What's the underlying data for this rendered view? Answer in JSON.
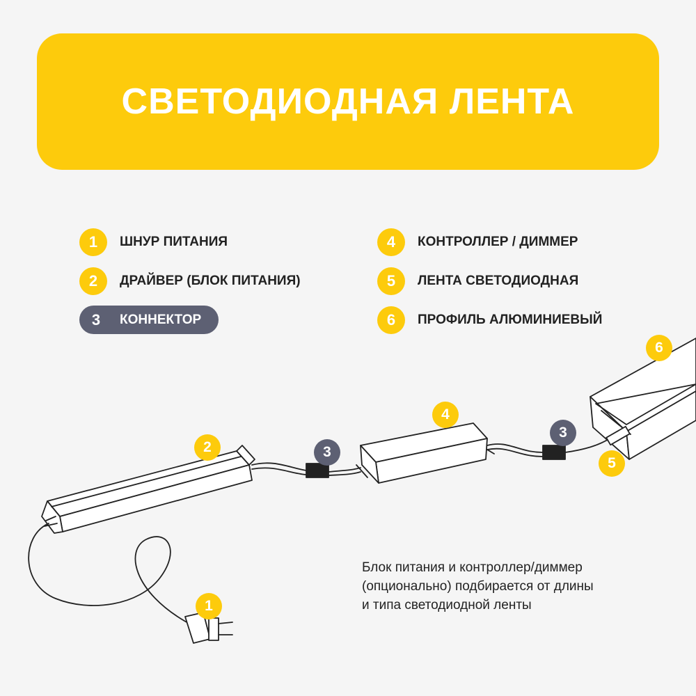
{
  "title": "СВЕТОДИОДНАЯ ЛЕНТА",
  "legend": [
    {
      "num": "1",
      "label": "ШНУР ПИТАНИЯ"
    },
    {
      "num": "2",
      "label": "ДРАЙВЕР (БЛОК ПИТАНИЯ)"
    },
    {
      "num": "3",
      "label": "КОННЕКТОР"
    },
    {
      "num": "4",
      "label": "КОНТРОЛЛЕР / ДИММЕР"
    },
    {
      "num": "5",
      "label": "ЛЕНТА СВЕТОДИОДНАЯ"
    },
    {
      "num": "6",
      "label": "ПРОФИЛЬ АЛЮМИНИЕВЫЙ"
    }
  ],
  "note_lines": [
    "Блок питания и контроллер/диммер",
    "(опционально) подбирается от длины",
    "и типа светодиодной ленты"
  ],
  "markers": {
    "power_cord": "1",
    "driver": "2",
    "connector_a": "3",
    "controller": "4",
    "connector_b": "3",
    "led_strip": "5",
    "profile": "6"
  },
  "colors": {
    "accent": "#fdcb0c",
    "highlight": "#5d6073",
    "line": "#222222"
  }
}
